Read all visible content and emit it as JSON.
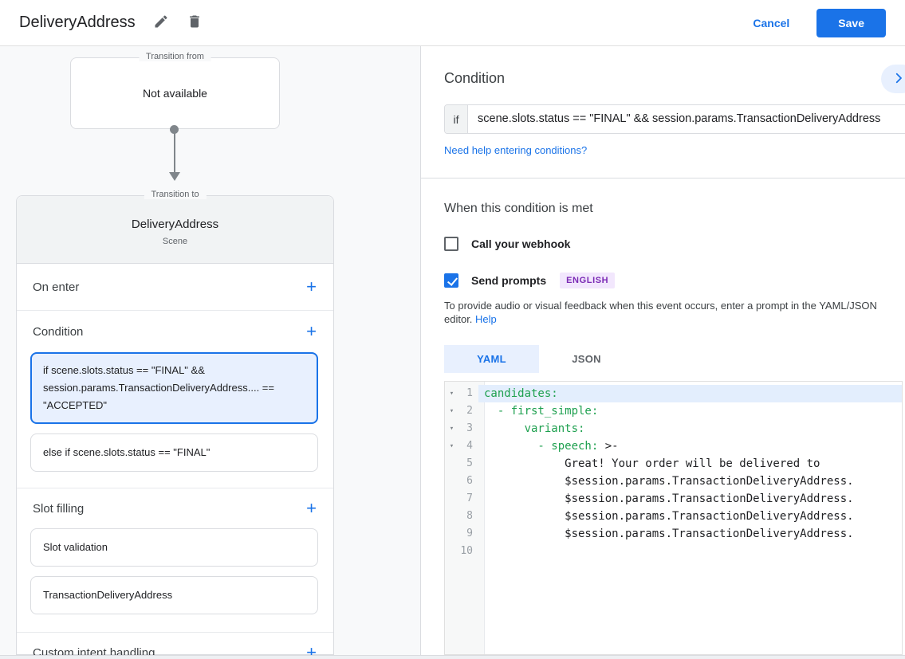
{
  "colors": {
    "accent_blue": "#1a73e8",
    "light_blue_bg": "#e8f0fe",
    "code_key_green": "#1ea04f",
    "badge_purple_text": "#7b2ab5",
    "badge_purple_bg": "#f2e7fd",
    "canvas_gray": "#f8f9fa"
  },
  "icons": {
    "add": "+",
    "fold": "▾"
  },
  "header": {
    "title": "DeliveryAddress",
    "cancel_label": "Cancel",
    "save_label": "Save"
  },
  "canvas": {
    "transition_from": {
      "label": "Transition from",
      "value": "Not available"
    },
    "transition_to": {
      "label": "Transition to",
      "title": "DeliveryAddress",
      "subtitle": "Scene",
      "on_enter_label": "On enter",
      "condition_label": "Condition",
      "conditions": [
        {
          "text": "if scene.slots.status == \"FINAL\" && session.params.TransactionDeliveryAddress.... == \"ACCEPTED\"",
          "selected": true
        },
        {
          "text": "else if scene.slots.status == \"FINAL\"",
          "selected": false
        }
      ],
      "slot_filling_label": "Slot filling",
      "slots": [
        {
          "text": "Slot validation"
        },
        {
          "text": "TransactionDeliveryAddress"
        }
      ],
      "custom_intent_label": "Custom intent handling"
    }
  },
  "condition_panel": {
    "title": "Condition",
    "if_label": "if",
    "if_value": "scene.slots.status == \"FINAL\" && session.params.TransactionDeliveryAddress",
    "help_link": "Need help entering conditions?"
  },
  "met_section": {
    "title": "When this condition is met",
    "webhook": {
      "label": "Call your webhook",
      "checked": false
    },
    "prompts": {
      "label": "Send prompts",
      "checked": true,
      "badge": "ENGLISH"
    },
    "description": "To provide audio or visual feedback when this event occurs, enter a prompt in the YAML/JSON editor.",
    "help_link": "Help",
    "tabs": [
      {
        "label": "YAML",
        "active": true
      },
      {
        "label": "JSON",
        "active": false
      }
    ]
  },
  "editor": {
    "lines": [
      {
        "num": 1,
        "fold": true,
        "highlight": true,
        "key": "candidates:",
        "text": ""
      },
      {
        "num": 2,
        "fold": true,
        "highlight": false,
        "key": "  - first_simple:",
        "text": ""
      },
      {
        "num": 3,
        "fold": true,
        "highlight": false,
        "key": "      variants:",
        "text": ""
      },
      {
        "num": 4,
        "fold": true,
        "highlight": false,
        "key": "        - speech:",
        "text": " >-"
      },
      {
        "num": 5,
        "fold": false,
        "highlight": false,
        "key": "",
        "text": "            Great! Your order will be delivered to"
      },
      {
        "num": 6,
        "fold": false,
        "highlight": false,
        "key": "",
        "text": "            $session.params.TransactionDeliveryAddress."
      },
      {
        "num": 7,
        "fold": false,
        "highlight": false,
        "key": "",
        "text": "            $session.params.TransactionDeliveryAddress."
      },
      {
        "num": 8,
        "fold": false,
        "highlight": false,
        "key": "",
        "text": "            $session.params.TransactionDeliveryAddress."
      },
      {
        "num": 9,
        "fold": false,
        "highlight": false,
        "key": "",
        "text": "            $session.params.TransactionDeliveryAddress."
      },
      {
        "num": 10,
        "fold": false,
        "highlight": false,
        "key": "",
        "text": ""
      }
    ]
  }
}
